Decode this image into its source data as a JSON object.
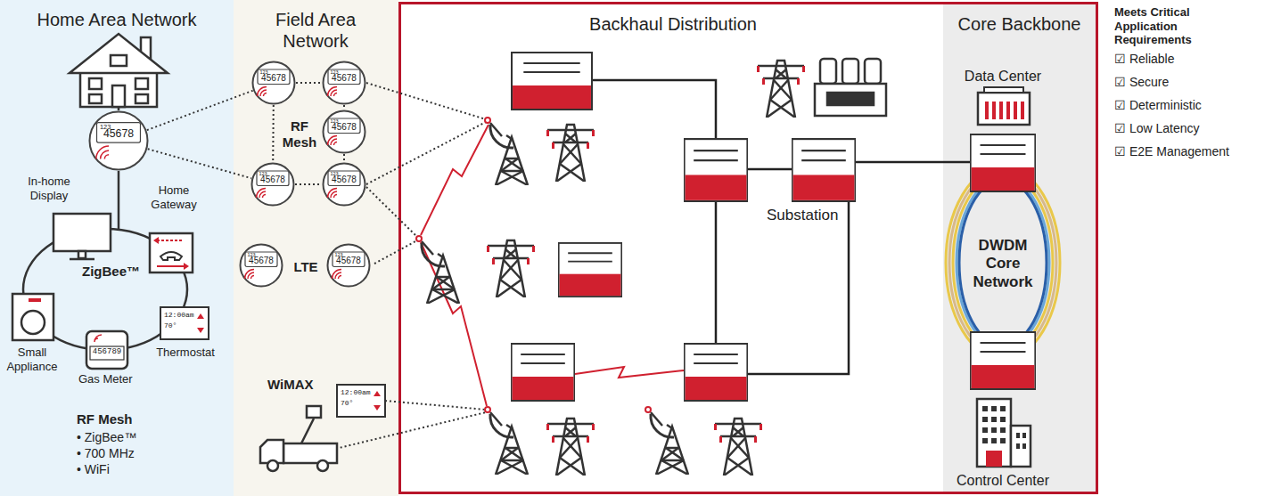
{
  "diagram": {
    "nodes": [
      {
        "text": [
          "Home Area Network"
        ]
      },
      {
        "text": [
          "Field Area Network"
        ]
      },
      {
        "text": [
          "Backhaul Distribution"
        ]
      },
      {
        "text": [
          "Core Backbone"
        ],
        "in": 2
      },
      {
        "text": [
          "123",
          "45678"
        ],
        "in": 0
      },
      {
        "text": [
          "123",
          "45678"
        ],
        "in": 1
      },
      {
        "text": [
          "123",
          "45678"
        ],
        "in": 1
      },
      {
        "text": [
          "123",
          "45678"
        ],
        "in": 1
      },
      {
        "text": [
          "123",
          "45678"
        ],
        "in": 1
      },
      {
        "text": [
          "123",
          "45678"
        ],
        "in": 1
      },
      {
        "text": [
          "123",
          "45678"
        ],
        "in": 1
      },
      {
        "text": [
          "123",
          "45678"
        ],
        "in": 1
      }
    ],
    "edges": [
      {
        "from": 4,
        "to": 5,
        "arrow": "none"
      },
      {
        "from": 4,
        "to": 8,
        "arrow": "none"
      },
      {
        "from": 5,
        "to": 6,
        "arrow": "none"
      },
      {
        "from": 5,
        "to": 8,
        "arrow": "none"
      },
      {
        "from": 6,
        "to": 7,
        "arrow": "none"
      },
      {
        "from": 7,
        "to": 9,
        "arrow": "none"
      },
      {
        "from": 8,
        "to": 9,
        "arrow": "none"
      }
    ],
    "labels": [
      "Meets Critical Application Requirements",
      "☑ Reliable",
      "☑ Secure",
      "☑ Deterministic",
      "☑ Low Latency",
      "☑ E2E Management",
      "In-home Display",
      "Home Gateway",
      "ZigBee™",
      "Small Appliance",
      "Gas Meter",
      "Thermostat",
      "12:00am",
      "70°",
      "456789",
      "RF Mesh",
      "• ZigBee™",
      "• 700 MHz",
      "• WiFi",
      "RF Mesh",
      "LTE",
      "WiMAX",
      "12:00am",
      "70°",
      "Substation",
      "Data Center",
      "DWDM Core Network",
      "Control Center"
    ]
  }
}
